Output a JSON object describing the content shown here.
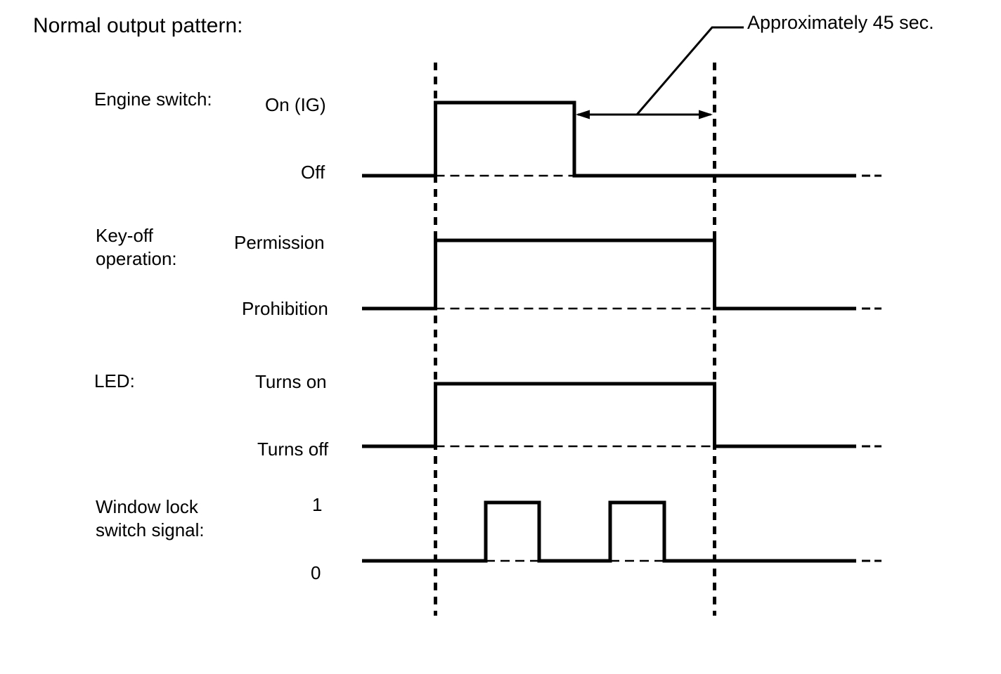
{
  "title": "Normal output pattern:",
  "annotation": {
    "label": "Approximately 45 sec."
  },
  "colors": {
    "foreground": "#000000",
    "background": "#ffffff"
  },
  "rows": [
    {
      "name": "Engine switch:",
      "high_label": "On (IG)",
      "low_label": "Off"
    },
    {
      "name": "Key-off operation:",
      "high_label": "Permission",
      "low_label": "Prohibition"
    },
    {
      "name": "LED:",
      "high_label": "Turns on",
      "low_label": "Turns off"
    },
    {
      "name": "Window lock switch signal:",
      "high_label": "1",
      "low_label": "0"
    }
  ],
  "timing": {
    "markers_pct": [
      0,
      100
    ],
    "note": "t expressed as percent of span between the two vertical dashed time markers; traces drawn from -26 to 151",
    "signals": [
      {
        "row": "Engine switch:",
        "segments": [
          {
            "state": "Off",
            "t": [
              -26,
              0
            ]
          },
          {
            "state": "On (IG)",
            "t": [
              0,
              50
            ]
          },
          {
            "state": "Off",
            "t": [
              50,
              151
            ]
          }
        ]
      },
      {
        "row": "Key-off operation:",
        "segments": [
          {
            "state": "Prohibition",
            "t": [
              -26,
              0
            ]
          },
          {
            "state": "Permission",
            "t": [
              0,
              100
            ]
          },
          {
            "state": "Prohibition",
            "t": [
              100,
              151
            ]
          }
        ]
      },
      {
        "row": "LED:",
        "segments": [
          {
            "state": "Turns off",
            "t": [
              -26,
              0
            ]
          },
          {
            "state": "Turns on",
            "t": [
              0,
              100
            ]
          },
          {
            "state": "Turns off",
            "t": [
              100,
              151
            ]
          }
        ]
      },
      {
        "row": "Window lock switch signal:",
        "segments": [
          {
            "state": "0",
            "t": [
              -26,
              18
            ]
          },
          {
            "state": "1",
            "t": [
              18,
              37
            ]
          },
          {
            "state": "0",
            "t": [
              37,
              63
            ]
          },
          {
            "state": "1",
            "t": [
              63,
              82
            ]
          },
          {
            "state": "0",
            "t": [
              82,
              151
            ]
          }
        ]
      }
    ],
    "arrow_span_pct": [
      50,
      100
    ],
    "arrow_label": "Approximately 45 sec."
  }
}
